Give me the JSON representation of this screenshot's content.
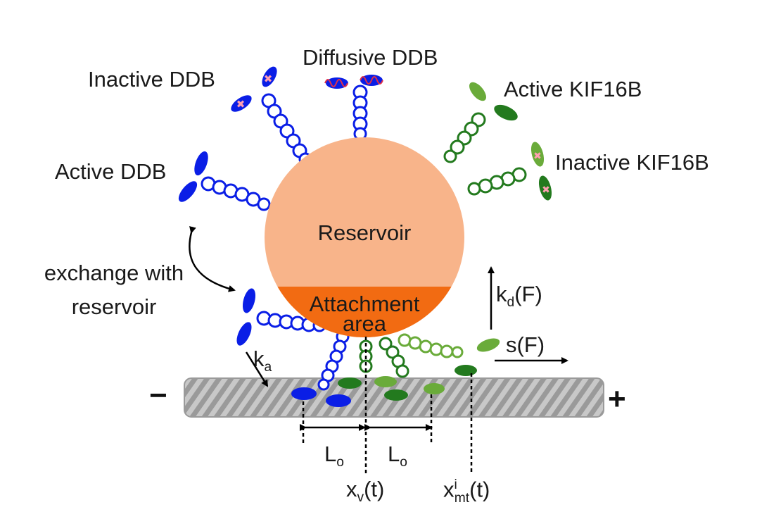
{
  "labels": {
    "inactive_ddb": "Inactive DDB",
    "diffusive_ddb": "Diffusive DDB",
    "active_kif16b": "Active KIF16B",
    "inactive_kif16b": "Inactive KIF16B",
    "active_ddb": "Active DDB",
    "reservoir": "Reservoir",
    "attachment_line1": "Attachment",
    "attachment_line2": "area",
    "exchange_line1": "exchange with",
    "exchange_line2": "reservoir",
    "ka_base": "k",
    "ka_sub": "a",
    "kd_base": "k",
    "kd_sub": "d",
    "kd_tail": "(F)",
    "sf": "s(F)",
    "minus": "−",
    "plus": "+",
    "lo1_base": "L",
    "lo1_sub": "o",
    "lo2_base": "L",
    "lo2_sub": "o",
    "xv_base": "x",
    "xv_sub": "v",
    "xv_tail": "(t)",
    "xmt_base": "x",
    "xmt_sup": "i",
    "xmt_sub": "mt",
    "xmt_tail": "(t)"
  },
  "colors": {
    "ddb_blue": "#0a1ee6",
    "kif_green_dark": "#237a1e",
    "kif_green_light": "#6aab3a",
    "reservoir": "#f8b48a",
    "attachment": "#f26b12",
    "inactive_mark": "#ff9fb2",
    "diffusive_wave": "#e0304a",
    "microtubule": "#b9b9b9"
  }
}
